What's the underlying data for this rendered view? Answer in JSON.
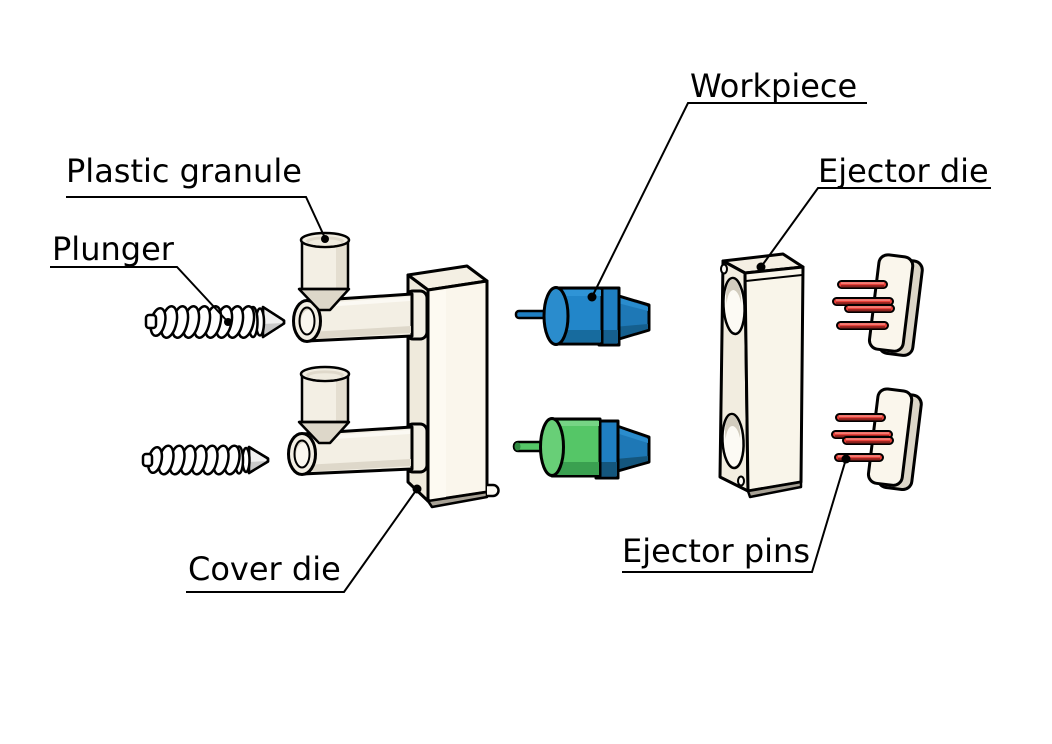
{
  "diagram": {
    "labels": {
      "plastic_granule": "Plastic granule",
      "plunger": "Plunger",
      "workpiece": "Workpiece",
      "ejector_die": "Ejector die",
      "cover_die": "Cover die",
      "ejector_pins": "Ejector pins"
    },
    "colors": {
      "outline": "#000000",
      "die_cream": "#faf6ec",
      "die_cream_shade": "#efeadc",
      "die_bottom_gray": "#a8a296",
      "workpiece_blue": "#2286c9",
      "workpiece_blue_dark": "#155f8e",
      "molded_green": "#55c667",
      "molded_green_dark": "#3aa050",
      "ejector_pin_red": "#e8423b",
      "ejector_pin_red_dark": "#8c211c",
      "metal_gray": "#d9d9d9"
    }
  }
}
